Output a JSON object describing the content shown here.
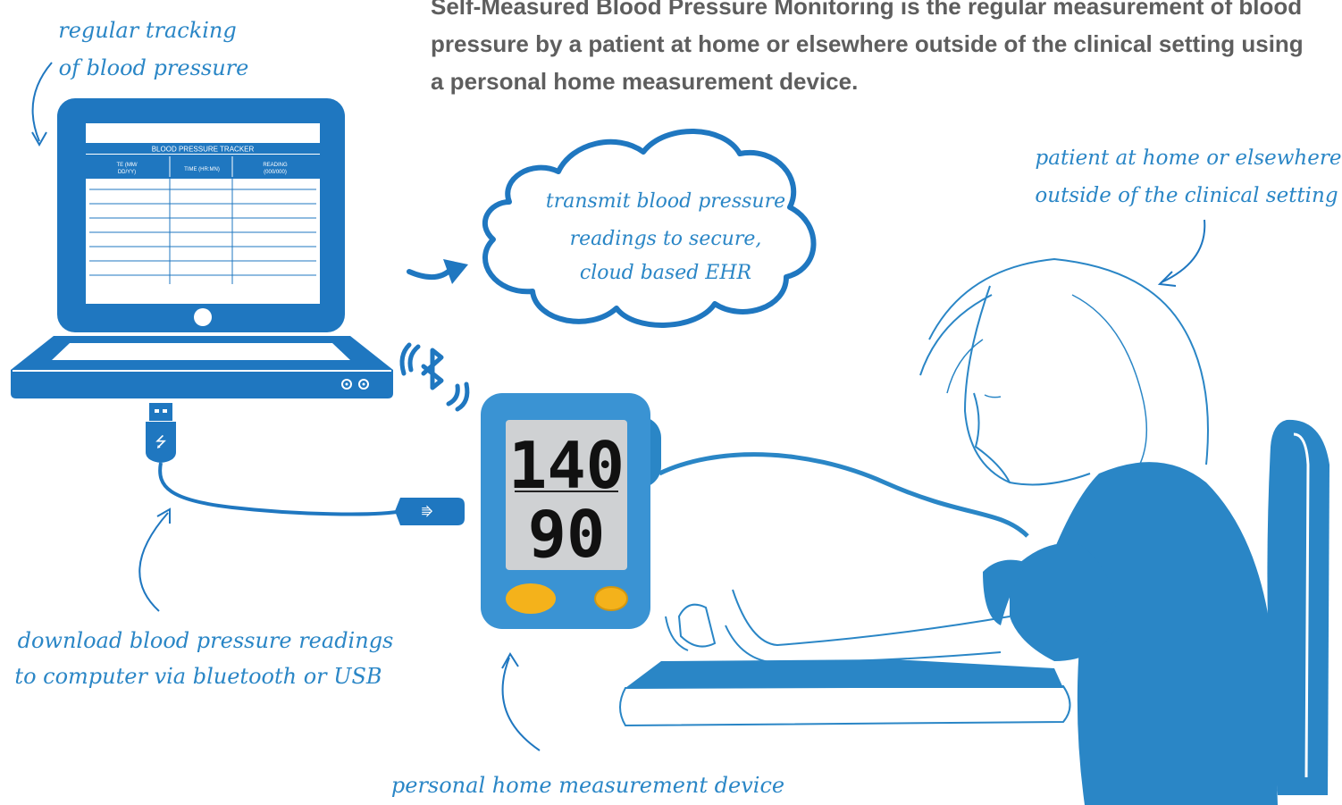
{
  "headline": "Self-Measured Blood Pressure Monitoring is the regular measurement of blood pressure by a patient at home or elsewhere outside of the clinical setting using a personal home measurement device.",
  "laptop": {
    "tracker_title": "BLOOD PRESSURE TRACKER",
    "col_date": [
      "TE (MM/",
      "DD/YY)"
    ],
    "col_time": "TIME (HR:MN)",
    "col_reading": [
      "READING",
      "(000/000)"
    ]
  },
  "device": {
    "systolic": "140",
    "diastolic": "90"
  },
  "annotations": {
    "tracking": [
      "regular tracking",
      "of blood pressure"
    ],
    "cloud": [
      "transmit blood pressure",
      "readings to secure,",
      "cloud based EHR"
    ],
    "patient": [
      "patient at home or elsewhere",
      "outside of the clinical setting"
    ],
    "download": [
      "download blood pressure readings",
      "to computer via bluetooth or USB"
    ],
    "device": "personal home measurement device"
  },
  "colors": {
    "primary_blue": "#1f77c0",
    "light_blue": "#3a93d3",
    "lcd_gray": "#cfd1d3",
    "button_yellow": "#f4b21b",
    "text_gray": "#5e5e5e"
  }
}
